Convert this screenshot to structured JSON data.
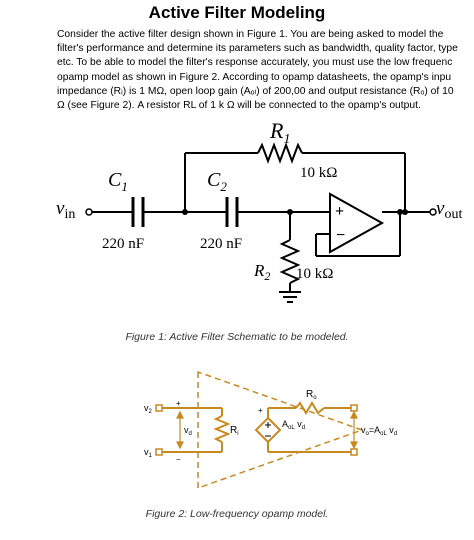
{
  "document": {
    "title": "Active Filter Modeling",
    "paragraph_lines": [
      "Consider the active filter design shown in Figure 1. You are being asked to model the",
      "filter's performance and determine its parameters such as bandwidth, quality factor, type",
      "etc. To be able to model the filter's response accurately, you must use the low frequenc",
      "opamp model as shown in Figure 2. According to opamp datasheets, the opamp's inpu",
      "impedance (Rᵢ) is 1 MΩ, open loop gain (Aₒₗ) of 200,00 and output resistance (Rₒ) of 10",
      "Ω (see Figure 2). A resistor RL of 1 k Ω will be connected to the opamp's output."
    ]
  },
  "figure1": {
    "caption": "Figure 1: Active Filter Schematic to be modeled.",
    "labels": {
      "r1_name": "R",
      "r1_sub": "1",
      "r1_value": "10 kΩ",
      "c1_name": "C",
      "c1_sub": "1",
      "c2_name": "C",
      "c2_sub": "2",
      "c1_value": "220 nF",
      "c2_value": "220 nF",
      "r2_name": "R",
      "r2_sub": "2",
      "r2_value": "10 kΩ",
      "vin": "v",
      "vin_sub": "in",
      "vout": "v",
      "vout_sub": "out",
      "plus": "+",
      "minus": "−"
    }
  },
  "figure2": {
    "caption": "Figure 2: Low-frequency opamp model.",
    "labels": {
      "v2": "v",
      "v2_sub": "2",
      "v1": "v",
      "v1_sub": "1",
      "vd": "v",
      "vd_sub": "d",
      "ri": "R",
      "ri_sub": "i",
      "ro": "R",
      "ro_sub": "o",
      "src": "A",
      "src_sub": "oL",
      "src_v": " v",
      "src_v_sub": "d",
      "out": "v",
      "out_sub": "o",
      "out_eq": "=A",
      "out_eq_sub": "oL",
      "out_v": " v",
      "out_v_sub": "d",
      "plus": "+",
      "minus": "−"
    },
    "colors": {
      "wire": "#c8891f",
      "dash": "#c8891f"
    }
  }
}
